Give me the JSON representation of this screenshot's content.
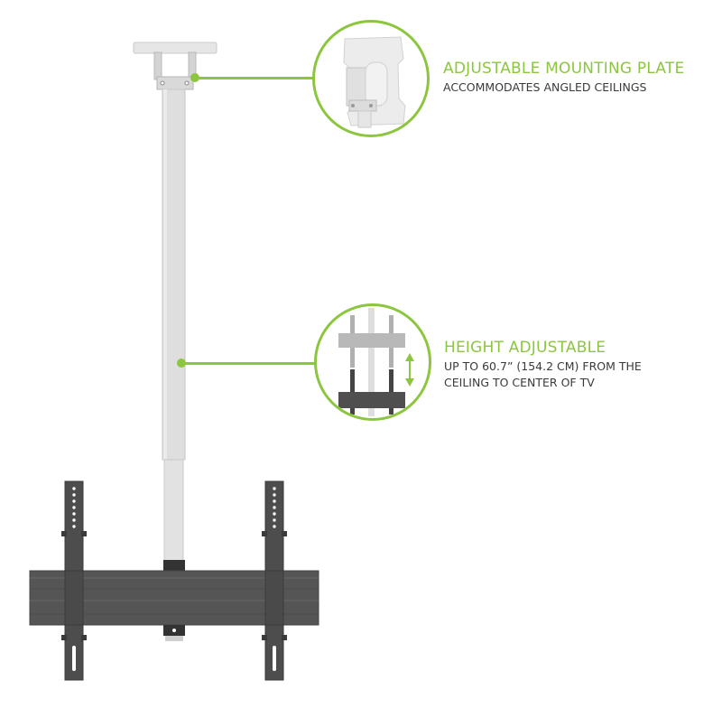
{
  "product": {
    "name": "ceiling-tv-mount",
    "colors": {
      "accent": "#8cc63f",
      "pole": "#dcdcdc",
      "bracket": "#4a4a4a",
      "text_dark": "#3a3a3a",
      "background": "#ffffff"
    }
  },
  "features": [
    {
      "title": "ADJUSTABLE MOUNTING PLATE",
      "description_lines": [
        "ACCOMMODATES ANGLED CEILINGS"
      ],
      "icon": "mounting-plate-detail"
    },
    {
      "title": "HEIGHT ADJUSTABLE",
      "description_lines": [
        "UP TO 60.7” (154.2 CM) FROM THE",
        "CEILING TO CENTER OF TV"
      ],
      "icon": "height-adjust-detail"
    }
  ]
}
